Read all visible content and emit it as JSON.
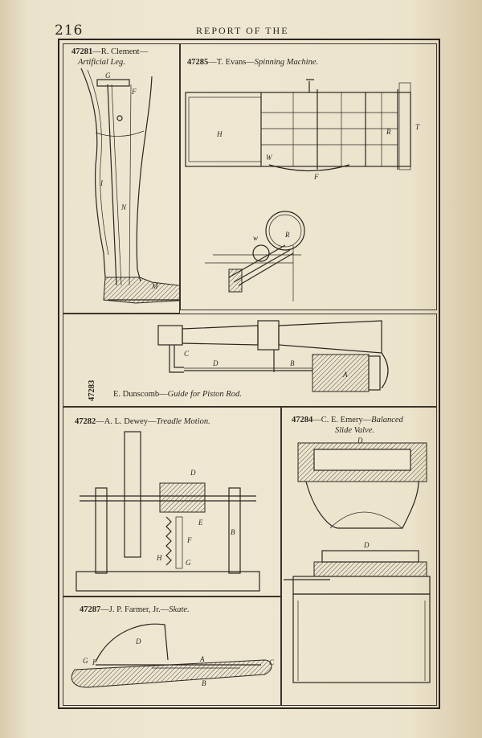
{
  "header": {
    "page_number": "216",
    "running_head": "REPORT OF THE"
  },
  "figures": {
    "leg": {
      "number": "47281",
      "inventor": "—R. Clement—",
      "title": "Artificial Leg.",
      "letters": [
        "G",
        "F",
        "I",
        "N",
        "M"
      ]
    },
    "spinning": {
      "number": "47285",
      "inventor": "—T. Evans—",
      "title": "Spinning Machine.",
      "letters": [
        "H",
        "W",
        "F",
        "R",
        "T",
        "w",
        "R"
      ]
    },
    "piston": {
      "number": "47283",
      "inventor": "E. Dunscomb—",
      "title": "Guide for Piston Rod.",
      "letters": [
        "C",
        "D",
        "B",
        "A"
      ]
    },
    "treadle": {
      "number": "47282",
      "inventor": "—A. L. Dewey—",
      "title": "Treadle Motion.",
      "letters": [
        "D",
        "E",
        "F",
        "B",
        "H",
        "G"
      ]
    },
    "valve": {
      "number": "47284",
      "inventor": "—C. E. Emery—",
      "title_line1": "Balanced",
      "title_line2": "Slide Valve.",
      "letters": [
        "D",
        "D"
      ]
    },
    "skate": {
      "number": "47287",
      "inventor": "—J. P. Farmer, Jr.—",
      "title": "Skate.",
      "letters": [
        "D",
        "G",
        "F",
        "A",
        "C",
        "B"
      ]
    }
  }
}
